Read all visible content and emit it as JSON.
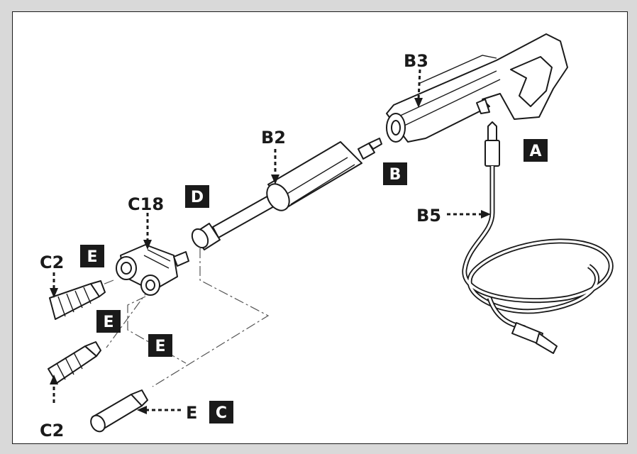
{
  "labels": {
    "b3": "B3",
    "b2": "B2",
    "b5": "B5",
    "c18": "C18",
    "c2_top": "C2",
    "c2_bottom": "C2",
    "e_nozzle": "E"
  },
  "boxes": {
    "a": "A",
    "b": "B",
    "c": "C",
    "d": "D",
    "e1": "E",
    "e2": "E",
    "e3": "E"
  },
  "colors": {
    "ink": "#1a1a1a",
    "frame_bg": "#d9d9d9",
    "panel_bg": "#ffffff",
    "box_fill": "#1a1a1a",
    "box_text": "#ffffff"
  }
}
